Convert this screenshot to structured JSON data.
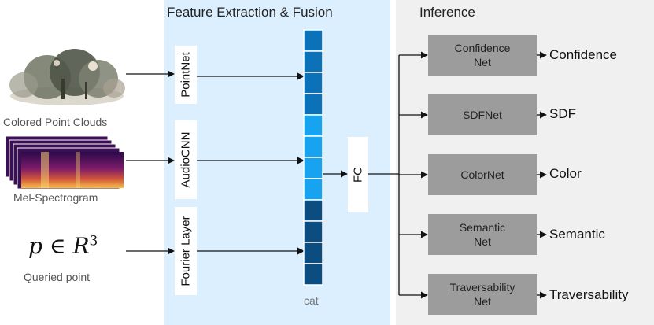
{
  "panels": {
    "feature_title": "Feature Extraction & Fusion",
    "inference_title": "Inference"
  },
  "inputs": {
    "point_cloud_label": "Colored Point Clouds",
    "spectrogram_label": "Mel-Spectrogram",
    "query_math": "p ∈ R",
    "query_math_exp": "3",
    "query_label": "Queried point"
  },
  "encoders": {
    "pointnet": "PointNet",
    "audiocnn": "AudioCNN",
    "fourier": "Fourier Layer"
  },
  "fusion": {
    "cat_label": "cat",
    "fc_label": "FC",
    "colors": {
      "pointnet": "#0b72b9",
      "audio": "#17a3f0",
      "fourier": "#0b4d80"
    }
  },
  "heads": [
    {
      "net": "Confidence\nNet",
      "output": "Confidence"
    },
    {
      "net": "SDFNet",
      "output": "SDF"
    },
    {
      "net": "ColorNet",
      "output": "Color"
    },
    {
      "net": "Semantic\nNet",
      "output": "Semantic"
    },
    {
      "net": "Traversability\nNet",
      "output": "Traversability"
    }
  ]
}
